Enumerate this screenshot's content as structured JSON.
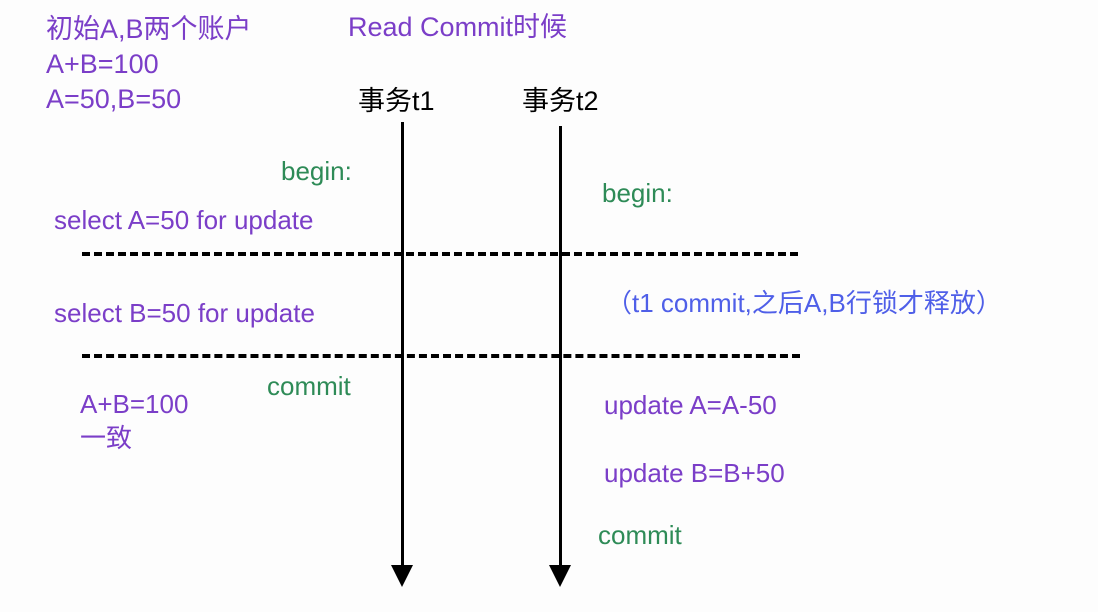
{
  "diagram": {
    "title_left": "初始A,B两个账户\nA+B=100\nA=50,B=50",
    "title_center": "Read Commit时候",
    "lanes": [
      {
        "label": "事务t1"
      },
      {
        "label": "事务t2"
      }
    ],
    "t1_steps": [
      {
        "text": "begin:",
        "color": "green"
      },
      {
        "text": "select A=50 for update",
        "color": "purple"
      },
      {
        "text": "select B=50 for update",
        "color": "purple"
      },
      {
        "text": "commit",
        "color": "green"
      }
    ],
    "t2_steps": [
      {
        "text": "begin:",
        "color": "green"
      },
      {
        "text": "（t1 commit,之后A,B行锁才释放）",
        "color": "blue"
      },
      {
        "text": "update A=A-50",
        "color": "purple"
      },
      {
        "text": "update B=B+50",
        "color": "purple"
      },
      {
        "text": "commit",
        "color": "green"
      }
    ],
    "conclusion": "A+B=100\n一致",
    "separators": [
      {
        "name": "separator-1"
      },
      {
        "name": "separator-2"
      }
    ]
  },
  "colors": {
    "purple": "#7b3ec8",
    "green": "#2e8b57",
    "blue": "#4f5fe8",
    "black": "#000000",
    "background": "#fdfdfd"
  }
}
